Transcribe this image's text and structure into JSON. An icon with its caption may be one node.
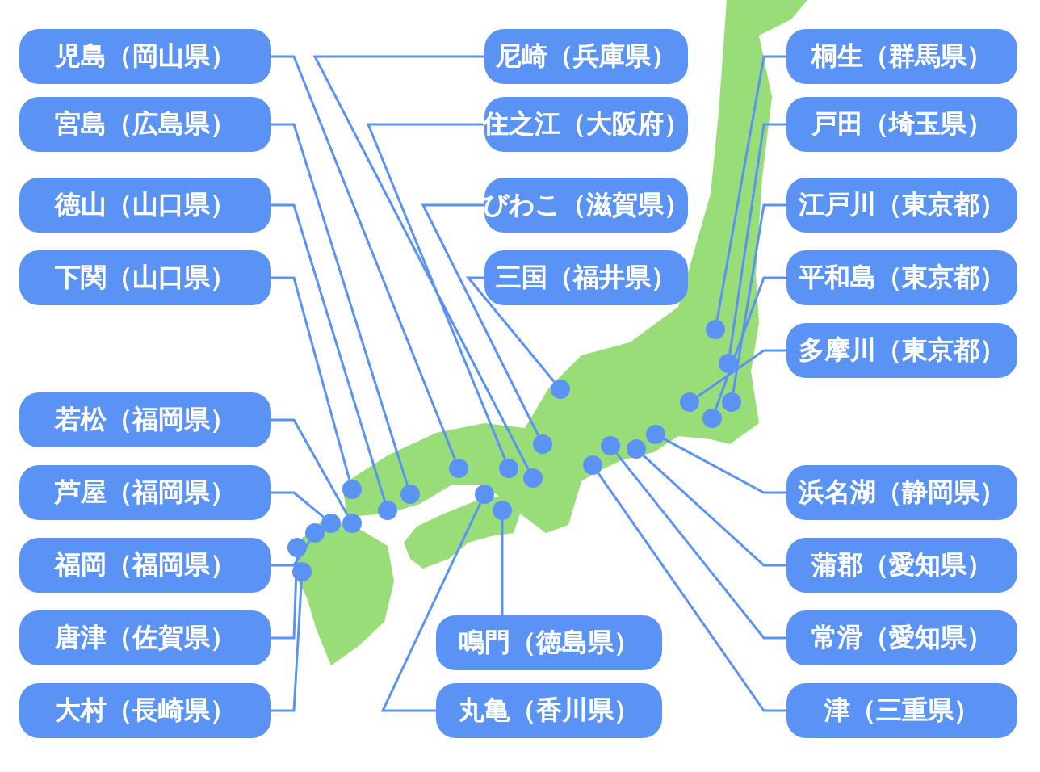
{
  "diagram": {
    "nodes": [
      {
        "text": [
          "児島（岡山県）"
        ]
      },
      {
        "text": [
          "宮島（広島県）"
        ]
      },
      {
        "text": [
          "徳山（山口県）"
        ]
      },
      {
        "text": [
          "下関（山口県）"
        ]
      },
      {
        "text": [
          "若松（福岡県）"
        ]
      },
      {
        "text": [
          "芦屋（福岡県）"
        ]
      },
      {
        "text": [
          "福岡（福岡県）"
        ]
      },
      {
        "text": [
          "唐津（佐賀県）"
        ]
      },
      {
        "text": [
          "大村（長崎県）"
        ]
      },
      {
        "text": [
          "尼崎（兵庫県）"
        ]
      },
      {
        "text": [
          "住之江（大阪府）"
        ]
      },
      {
        "text": [
          "びわこ（滋賀県）"
        ]
      },
      {
        "text": [
          "三国（福井県）"
        ]
      },
      {
        "text": [
          "鳴門（徳島県）"
        ]
      },
      {
        "text": [
          "丸亀（香川県）"
        ]
      },
      {
        "text": [
          "桐生（群馬県）"
        ]
      },
      {
        "text": [
          "戸田（埼玉県）"
        ]
      },
      {
        "text": [
          "江戸川（東京都）"
        ]
      },
      {
        "text": [
          "平和島（東京都）"
        ]
      },
      {
        "text": [
          "多摩川（東京都）"
        ]
      },
      {
        "text": [
          "浜名湖（静岡県）"
        ]
      },
      {
        "text": [
          "蒲郡（愛知県）"
        ]
      },
      {
        "text": [
          "常滑（愛知県）"
        ]
      },
      {
        "text": [
          "津（三重県）"
        ]
      },
      {
        "text": [],
        "shape": "circle"
      },
      {
        "text": [],
        "shape": "circle"
      },
      {
        "text": [],
        "shape": "circle"
      },
      {
        "text": [],
        "shape": "circle"
      },
      {
        "text": [],
        "shape": "circle"
      },
      {
        "text": [],
        "shape": "circle"
      },
      {
        "text": [],
        "shape": "circle"
      },
      {
        "text": [],
        "shape": "circle"
      },
      {
        "text": [],
        "shape": "circle"
      },
      {
        "text": [],
        "shape": "circle"
      },
      {
        "text": [],
        "shape": "circle"
      },
      {
        "text": [],
        "shape": "circle"
      },
      {
        "text": [],
        "shape": "circle"
      },
      {
        "text": [],
        "shape": "circle"
      },
      {
        "text": [],
        "shape": "circle"
      },
      {
        "text": [],
        "shape": "circle"
      },
      {
        "text": [],
        "shape": "circle"
      },
      {
        "text": [],
        "shape": "circle"
      },
      {
        "text": [],
        "shape": "circle"
      },
      {
        "text": [],
        "shape": "circle"
      },
      {
        "text": [],
        "shape": "circle"
      },
      {
        "text": [],
        "shape": "circle"
      },
      {
        "text": [],
        "shape": "circle"
      },
      {
        "text": [],
        "shape": "circle"
      }
    ],
    "edges": [
      {
        "from": 0,
        "to": 24,
        "arrow": "none"
      },
      {
        "from": 1,
        "to": 25,
        "arrow": "none"
      },
      {
        "from": 2,
        "to": 26,
        "arrow": "none"
      },
      {
        "from": 3,
        "to": 27,
        "arrow": "none"
      },
      {
        "from": 4,
        "to": 28,
        "arrow": "none"
      },
      {
        "from": 5,
        "to": 29,
        "arrow": "none"
      },
      {
        "from": 6,
        "to": 30,
        "arrow": "none"
      },
      {
        "from": 7,
        "to": 31,
        "arrow": "none"
      },
      {
        "from": 8,
        "to": 32,
        "arrow": "none"
      },
      {
        "from": 9,
        "to": 33,
        "arrow": "none"
      },
      {
        "from": 10,
        "to": 34,
        "arrow": "none"
      },
      {
        "from": 11,
        "to": 35,
        "arrow": "none"
      },
      {
        "from": 12,
        "to": 36,
        "arrow": "none"
      },
      {
        "from": 13,
        "to": 37,
        "arrow": "none"
      },
      {
        "from": 14,
        "to": 38,
        "arrow": "none"
      },
      {
        "from": 15,
        "to": 39,
        "arrow": "none"
      },
      {
        "from": 16,
        "to": 40,
        "arrow": "none"
      },
      {
        "from": 17,
        "to": 41,
        "arrow": "none"
      },
      {
        "from": 18,
        "to": 42,
        "arrow": "none"
      },
      {
        "from": 19,
        "to": 43,
        "arrow": "none"
      },
      {
        "from": 20,
        "to": 44,
        "arrow": "none"
      },
      {
        "from": 21,
        "to": 45,
        "arrow": "none"
      },
      {
        "from": 22,
        "to": 46,
        "arrow": "none"
      },
      {
        "from": 23,
        "to": 47,
        "arrow": "none"
      }
    ]
  }
}
